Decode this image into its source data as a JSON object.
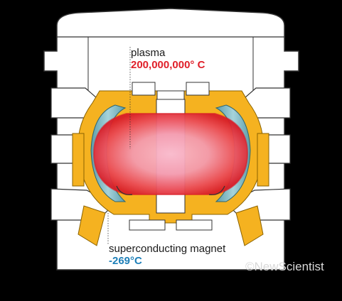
{
  "labels": {
    "plasma_name": "plasma",
    "plasma_temp": "200,000,000° C",
    "magnet_name": "superconducting magnet",
    "magnet_temp": "-269°C"
  },
  "logo": {
    "text": "©NewScientist"
  },
  "colors": {
    "background": "#000000",
    "structure": "#ffffff",
    "outline": "#333333",
    "magnet": "#f5b220",
    "vessel": "#7fb9c4",
    "plasma_core": "#f7a8bd",
    "plasma_edge": "#e8242f",
    "hot_label": "#e0202a",
    "cold_label": "#1d7fb8"
  }
}
